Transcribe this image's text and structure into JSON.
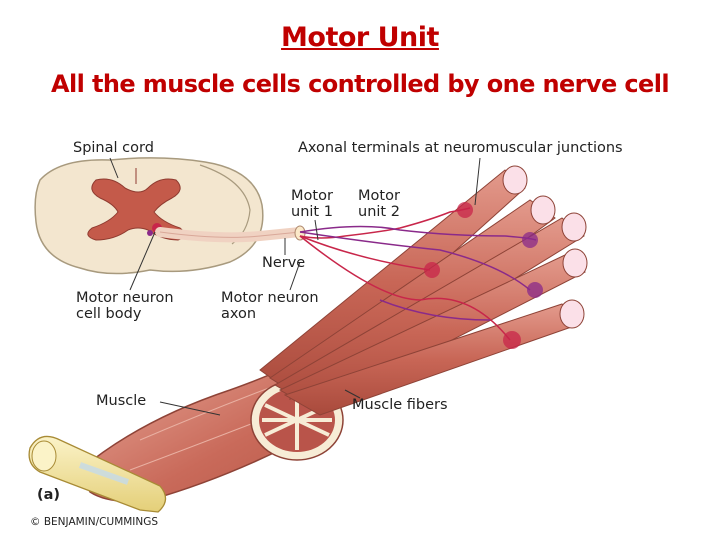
{
  "title": "Motor Unit",
  "subtitle": "All the muscle cells controlled by one nerve cell",
  "labels": {
    "spinal_cord": "Spinal cord",
    "axonal_terminals": "Axonal terminals at neuromuscular junctions",
    "motor_unit_1_line1": "Motor",
    "motor_unit_1_line2": "unit 1",
    "motor_unit_2_line1": "Motor",
    "motor_unit_2_line2": "unit 2",
    "nerve": "Nerve",
    "cell_body_line1": "Motor neuron",
    "cell_body_line2": "cell body",
    "axon_line1": "Motor neuron",
    "axon_line2": "axon",
    "muscle": "Muscle",
    "muscle_fibers": "Muscle fibers",
    "panel": "(a)",
    "credit": "© BENJAMIN/CUMMINGS"
  },
  "colors": {
    "heading": "#c00000",
    "fiber": "#c96a5e",
    "white_matter": "#f3e6cf",
    "gray_matter": "#c45a4a",
    "tendon": "#f4e6a0",
    "motor_unit_1": "#c8264a",
    "motor_unit_2": "#8a2a8a"
  }
}
